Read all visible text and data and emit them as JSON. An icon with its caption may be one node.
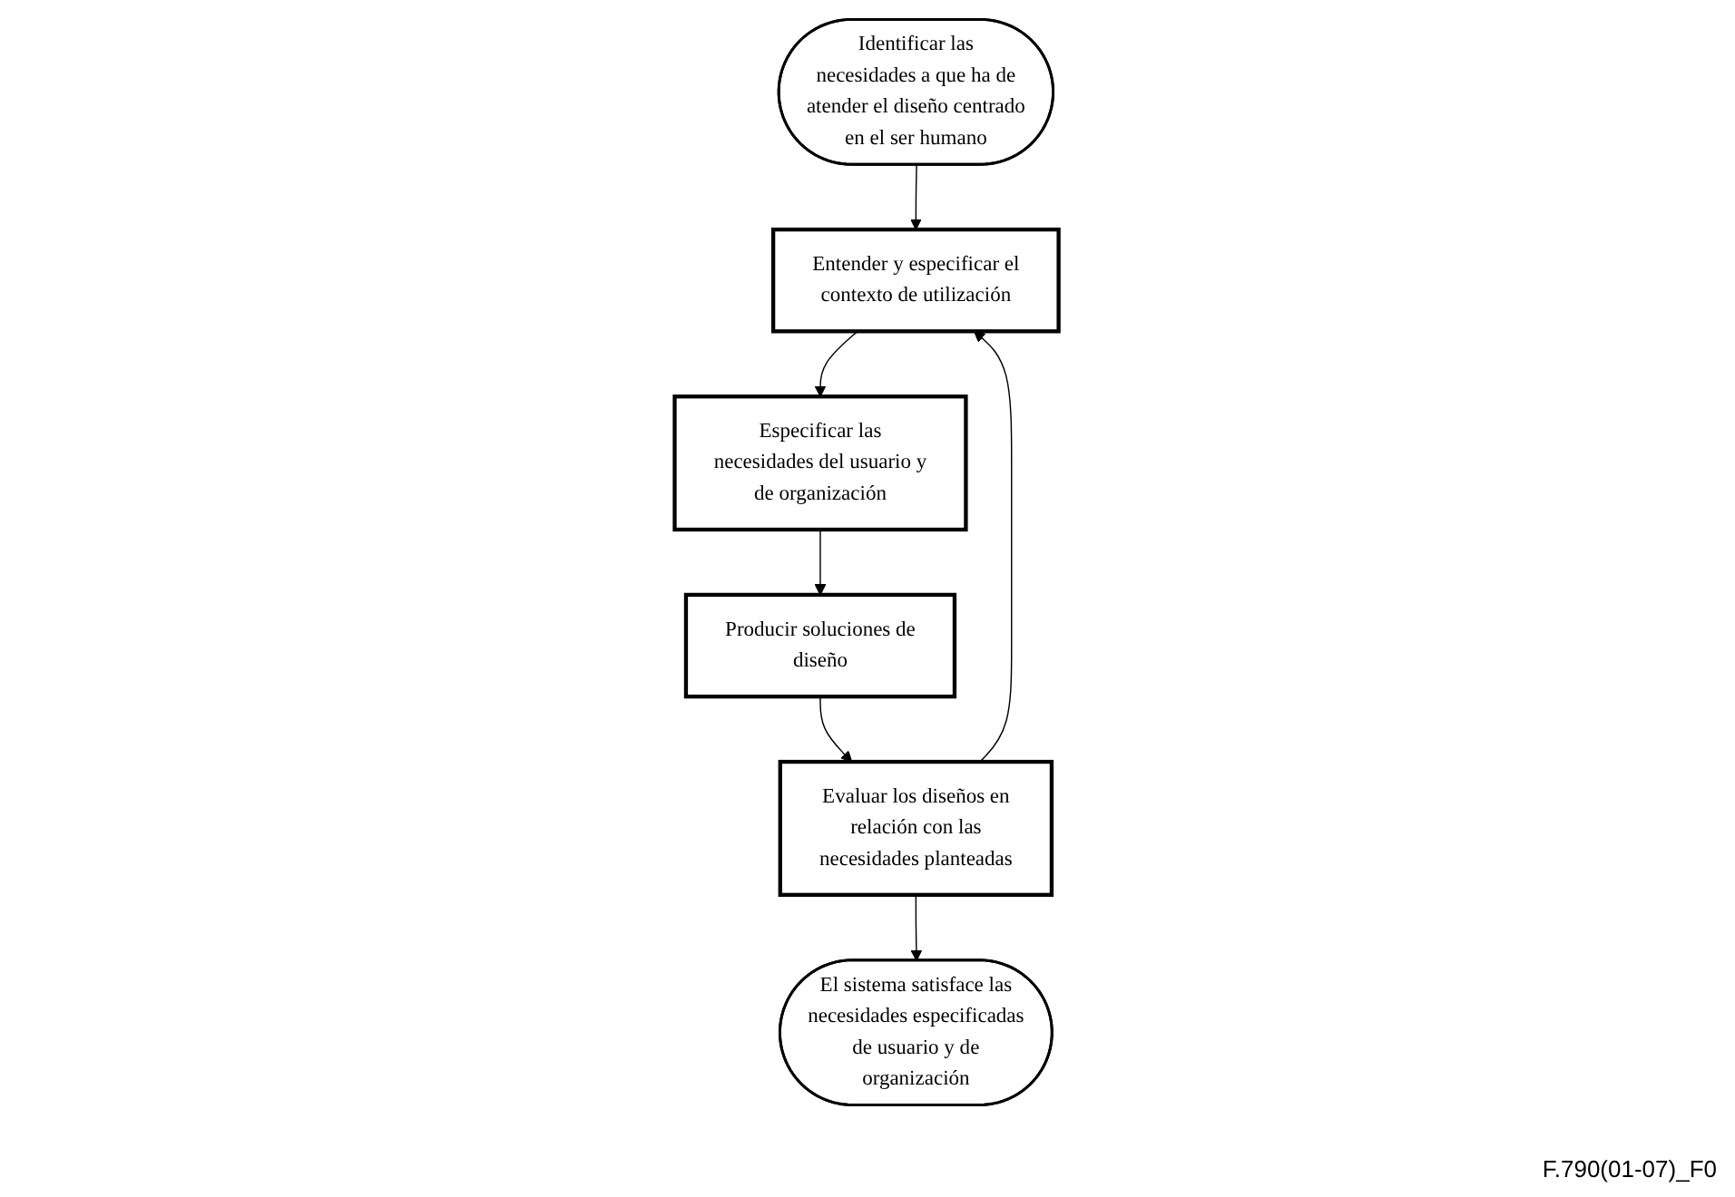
{
  "diagram": {
    "nodes": [
      {
        "text": [
          "Identificar las necesidades a que ha de atender el diseño centrado en el ser humano"
        ]
      },
      {
        "text": [
          "Entender y especificar el contexto de utilización"
        ]
      },
      {
        "text": [
          "Especificar las necesidades del usuario y de organización"
        ]
      },
      {
        "text": [
          "Producir soluciones de diseño"
        ]
      },
      {
        "text": [
          "Evaluar los diseños en relación con las necesidades planteadas"
        ]
      },
      {
        "text": [
          "El sistema satisface las necesidades especificadas de usuario y de organización"
        ]
      }
    ],
    "edges": [
      {
        "from": 0,
        "to": 1,
        "arrow": "to"
      },
      {
        "from": 1,
        "to": 2,
        "arrow": "to"
      },
      {
        "from": 2,
        "to": 3,
        "arrow": "to"
      },
      {
        "from": 3,
        "to": 4,
        "arrow": "to"
      },
      {
        "from": 4,
        "to": 1,
        "arrow": "to"
      },
      {
        "from": 4,
        "to": 5,
        "arrow": "to"
      }
    ],
    "labels": [
      "F.790(01-07)_F0"
    ]
  }
}
